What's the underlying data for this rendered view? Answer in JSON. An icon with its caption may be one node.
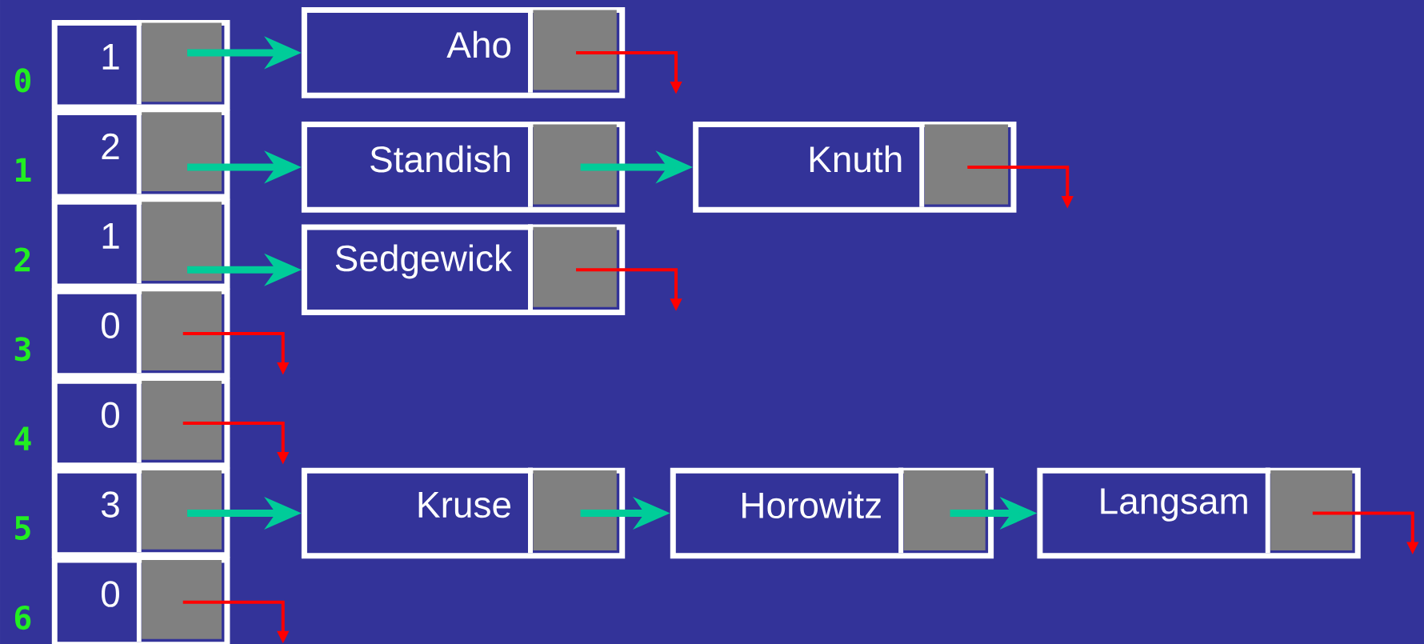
{
  "diagram": {
    "nodes": [
      {
        "text": [
          "1"
        ],
        "beside": [
          "0"
        ]
      },
      {
        "text": [
          "2"
        ],
        "beside": [
          "1"
        ]
      },
      {
        "text": [
          "1"
        ],
        "beside": [
          "2"
        ]
      },
      {
        "text": [
          "0"
        ],
        "beside": [
          "3"
        ]
      },
      {
        "text": [
          "0"
        ],
        "beside": [
          "4"
        ]
      },
      {
        "text": [
          "3"
        ],
        "beside": [
          "5"
        ]
      },
      {
        "text": [
          "0"
        ],
        "beside": [
          "6"
        ]
      },
      {
        "text": [
          "Aho"
        ]
      },
      {
        "text": [
          "Standish"
        ]
      },
      {
        "text": [
          "Knuth"
        ]
      },
      {
        "text": [
          "Sedgewick"
        ]
      },
      {
        "text": [
          "Kruse"
        ]
      },
      {
        "text": [
          "Horowitz"
        ]
      },
      {
        "text": [
          "Langsam"
        ]
      }
    ],
    "edges": [
      {
        "from": 0,
        "to": 7,
        "arrow": "to",
        "style": "thick",
        "color": "#00cc99"
      },
      {
        "from": 7,
        "to": null,
        "arrow": "to",
        "color": "#ff0000"
      },
      {
        "from": 1,
        "to": 8,
        "arrow": "to",
        "style": "thick",
        "color": "#00cc99"
      },
      {
        "from": 8,
        "to": 9,
        "arrow": "to",
        "style": "thick",
        "color": "#00cc99"
      },
      {
        "from": 9,
        "to": null,
        "arrow": "to",
        "color": "#ff0000"
      },
      {
        "from": 2,
        "to": 10,
        "arrow": "to",
        "style": "thick",
        "color": "#00cc99"
      },
      {
        "from": 10,
        "to": null,
        "arrow": "to",
        "color": "#ff0000"
      },
      {
        "from": 3,
        "to": null,
        "arrow": "to",
        "color": "#ff0000"
      },
      {
        "from": 4,
        "to": null,
        "arrow": "to",
        "color": "#ff0000"
      },
      {
        "from": 5,
        "to": 11,
        "arrow": "to",
        "style": "thick",
        "color": "#00cc99"
      },
      {
        "from": 11,
        "to": 12,
        "arrow": "to",
        "style": "thick",
        "color": "#00cc99"
      },
      {
        "from": 12,
        "to": 13,
        "arrow": "to",
        "style": "thick",
        "color": "#00cc99"
      },
      {
        "from": 13,
        "to": null,
        "arrow": "to",
        "color": "#ff0000"
      },
      {
        "from": 6,
        "to": null,
        "arrow": "to",
        "color": "#ff0000"
      }
    ]
  }
}
